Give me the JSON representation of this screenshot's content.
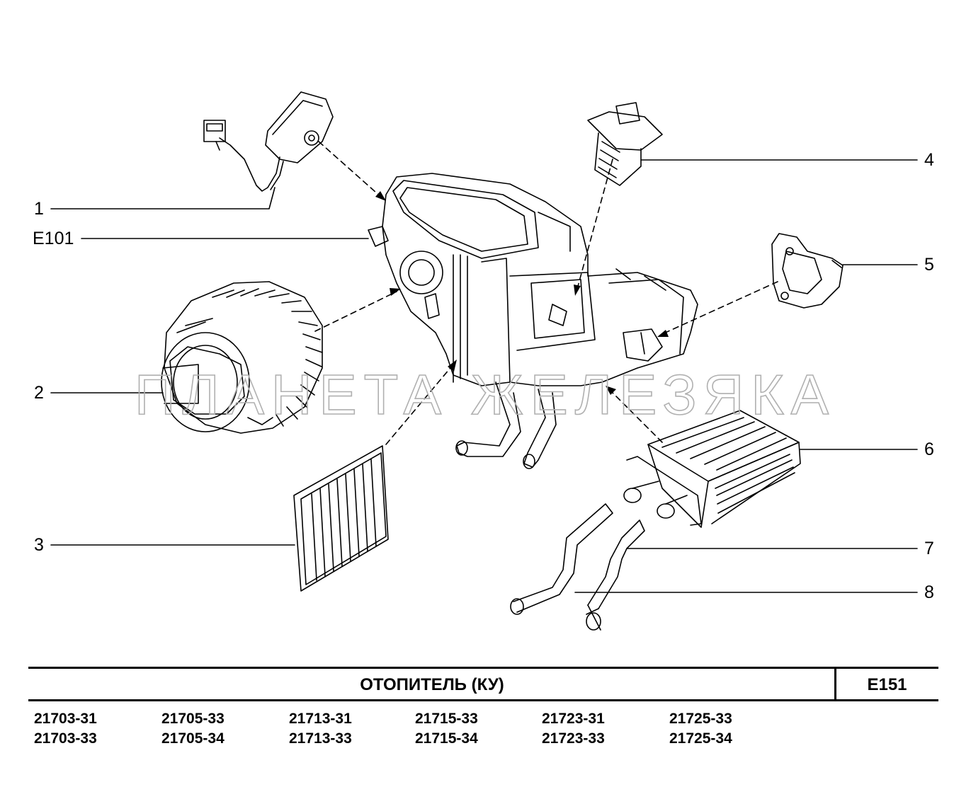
{
  "callouts": {
    "c1": "1",
    "e101": "E101",
    "c2": "2",
    "c3": "3",
    "c4": "4",
    "c5": "5",
    "c6": "6",
    "c7": "7",
    "c8": "8"
  },
  "watermark": "ПЛАНЕТА ЖЕЛЕЗЯКА",
  "footer": {
    "title": "ОТОПИТЕЛЬ (КУ)",
    "code": "E151",
    "models": [
      [
        "21703-31",
        "21703-33"
      ],
      [
        "21705-33",
        "21705-34"
      ],
      [
        "21713-31",
        "21713-33"
      ],
      [
        "21715-33",
        "21715-34"
      ],
      [
        "21723-31",
        "21723-33"
      ],
      [
        "21725-33",
        "21725-34"
      ]
    ]
  }
}
